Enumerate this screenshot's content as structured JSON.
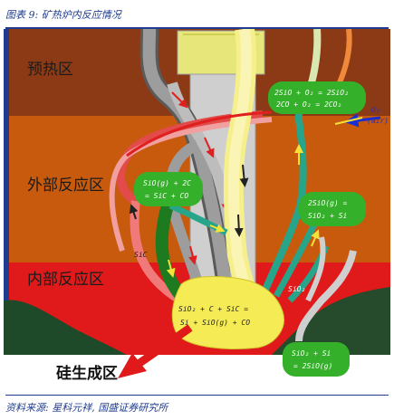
{
  "header": {
    "caption": "图表 9:  矿热炉内反应情况"
  },
  "footer": {
    "source": "资料来源:  星科元祥, 国盛证券研究所"
  },
  "zones": {
    "preheat": "预热区",
    "outer": "外部反应区",
    "inner": "内部反应区"
  },
  "outlet": {
    "label": "硅生成区"
  },
  "reactions": {
    "top_right": {
      "line1": "2SiO + O₂ = 2SiO₂",
      "line2": "2CO + O₂ = 2CO₂"
    },
    "left": {
      "line1": "SiO(g) + 2C",
      "line2": "= SiC + CO"
    },
    "right": {
      "line1": "2SiO(g) =",
      "line2": "SiO₂ + Si"
    },
    "center": {
      "line1": "SiO₂ + C + SiC =",
      "line2": "Si + SiO(g) + CO"
    },
    "bottom_right": {
      "line1": "SiO₂ + Si",
      "line2": "= 2SiO(g)"
    }
  },
  "labels": {
    "sic": "SiC",
    "sio2": "SiO₂",
    "o2": "O₂",
    "air": "(air)"
  },
  "colors": {
    "preheat": "#8c3a16",
    "outer": "#c75a0c",
    "inner": "#e01a1a",
    "green_box": "#35b02a",
    "electrode": "#cfcfcf",
    "electrode_top": "#e6e67a",
    "product": "#f5ec55"
  }
}
